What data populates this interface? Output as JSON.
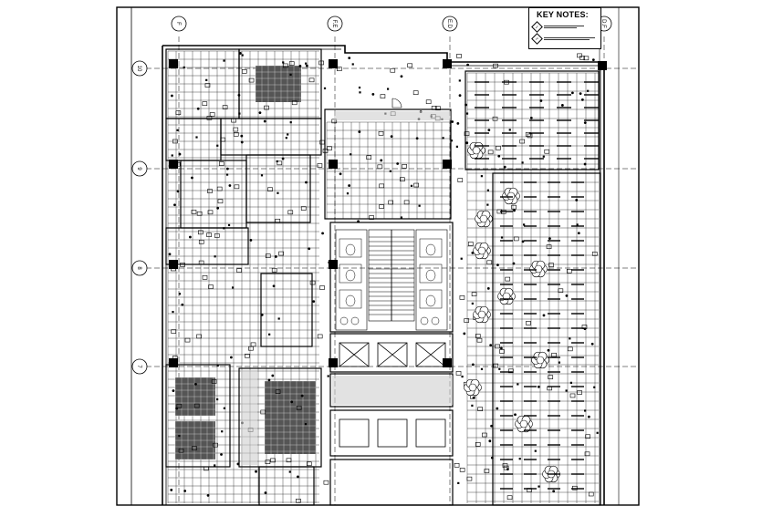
{
  "sheet": {
    "key_notes_title": "KEY NOTES:",
    "key_note_symbols": [
      "1",
      "2"
    ]
  },
  "grid": {
    "columns": [
      "F",
      "F.E",
      "E.D",
      "D.F"
    ],
    "rows": [
      "10",
      "9",
      "8",
      "7"
    ]
  },
  "colors": {
    "ink": "#000000",
    "paper": "#ffffff",
    "hatch_dark": "#555555"
  }
}
